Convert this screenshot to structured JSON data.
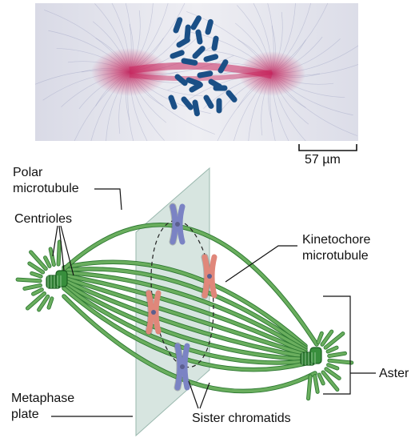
{
  "micrograph": {
    "scale_bar_label": "57 µm"
  },
  "labels": {
    "polar_line1": "Polar",
    "polar_line2": "microtubule",
    "centrioles": "Centrioles",
    "kinetochore_line1": "Kinetochore",
    "kinetochore_line2": "microtubule",
    "aster": "Aster",
    "metaphase_line1": "Metaphase",
    "metaphase_line2": "plate",
    "sister_chromatids": "Sister chromatids"
  },
  "colors": {
    "microtubule": "#6aae5e",
    "microtubule_dark": "#2f7a33",
    "centriole": "#2e7d32",
    "chromosome_blue": "#7b83c4",
    "chromosome_red": "#e0877a",
    "plate": "#c9dcd6",
    "stain_red": "#c8245c",
    "stain_blue": "#1a4f86"
  }
}
